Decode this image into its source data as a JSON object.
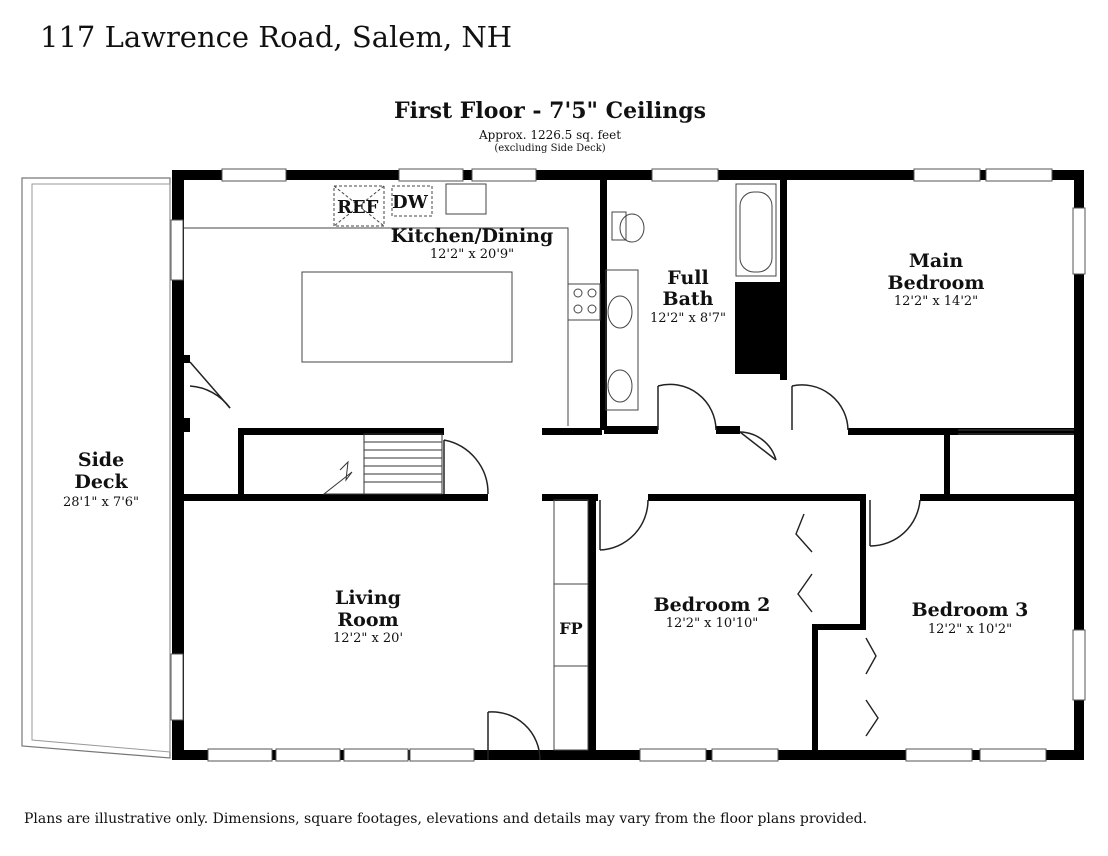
{
  "header": {
    "address": "117 Lawrence Road, Salem, NH",
    "floor_title": "First Floor - 7'5\" Ceilings",
    "area": "Approx. 1226.5 sq. feet",
    "area_note": "(excluding Side Deck)"
  },
  "rooms": {
    "side_deck": {
      "name1": "Side",
      "name2": "Deck",
      "dim": "28'1\" x 7'6\""
    },
    "kitchen": {
      "name": "Kitchen/Dining",
      "dim": "12'2\" x 20'9\""
    },
    "full_bath": {
      "name1": "Full",
      "name2": "Bath",
      "dim": "12'2\" x 8'7\""
    },
    "main_bedroom": {
      "name1": "Main",
      "name2": "Bedroom",
      "dim": "12'2\" x 14'2\""
    },
    "living_room": {
      "name1": "Living",
      "name2": "Room",
      "dim": "12'2\" x 20'"
    },
    "bedroom2": {
      "name": "Bedroom 2",
      "dim": "12'2\" x 10'10\""
    },
    "bedroom3": {
      "name": "Bedroom 3",
      "dim": "12'2\" x 10'2\""
    }
  },
  "fixtures": {
    "ref": "REF",
    "dw": "DW",
    "fp": "FP"
  },
  "footer": {
    "disclaimer": "Plans are illustrative only. Dimensions, square footages, elevations and details may vary from the floor plans provided."
  }
}
